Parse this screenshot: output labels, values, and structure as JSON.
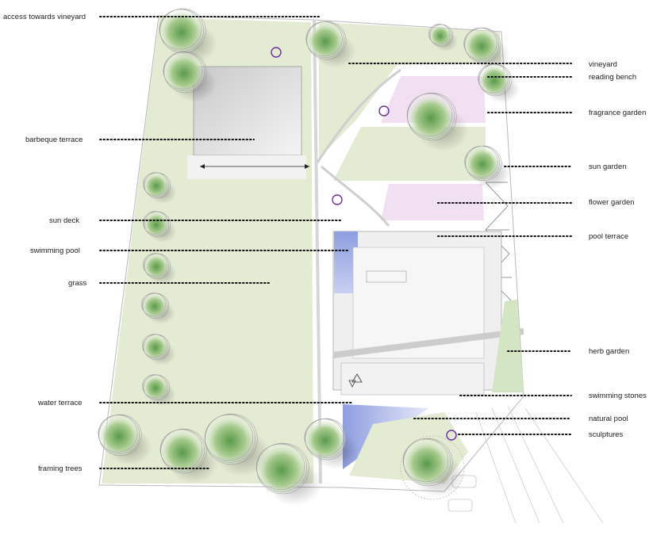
{
  "labels_left": [
    {
      "id": "access-towards-vineyard",
      "text": "access towards vineyard"
    },
    {
      "id": "barbeque-terrace",
      "text": "barbeque terrace"
    },
    {
      "id": "sun-deck",
      "text": "sun deck"
    },
    {
      "id": "swimming-pool",
      "text": "swimming pool"
    },
    {
      "id": "grass",
      "text": "grass"
    },
    {
      "id": "water-terrace",
      "text": "water terrace"
    },
    {
      "id": "framing-trees",
      "text": "framing trees"
    }
  ],
  "labels_right": [
    {
      "id": "vineyard",
      "text": "vineyard"
    },
    {
      "id": "reading-bench",
      "text": "reading bench"
    },
    {
      "id": "fragrance-garden",
      "text": "fragrance garden"
    },
    {
      "id": "sun-garden",
      "text": "sun garden"
    },
    {
      "id": "flower-garden",
      "text": "flower garden"
    },
    {
      "id": "pool-terrace",
      "text": "pool terrace"
    },
    {
      "id": "herb-garden",
      "text": "herb garden"
    },
    {
      "id": "swimming-stones",
      "text": "swimming stones"
    },
    {
      "id": "natural-pool",
      "text": "natural pool"
    },
    {
      "id": "sculptures",
      "text": "sculptures"
    }
  ],
  "colors": {
    "grass": "#e4ecd4",
    "pink": "#f1e0f2",
    "pool": "#aab6e6",
    "tree": "#5f9e50",
    "circle_marker": "#6a2fa0",
    "leader": "#111111"
  }
}
